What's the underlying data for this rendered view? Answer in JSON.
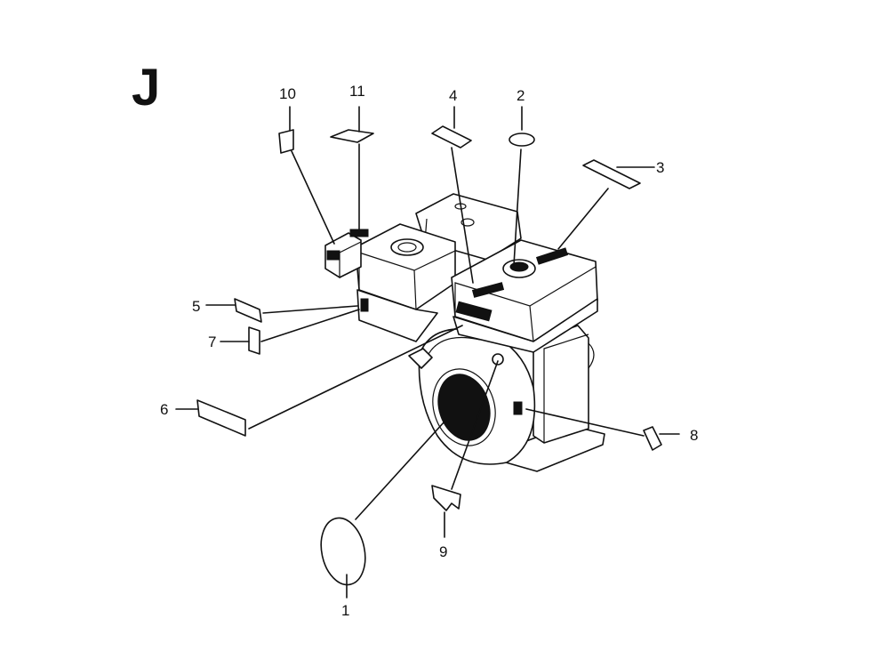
{
  "section_letter": "J",
  "callouts": [
    "1",
    "2",
    "3",
    "4",
    "5",
    "6",
    "7",
    "8",
    "9",
    "10",
    "11"
  ]
}
